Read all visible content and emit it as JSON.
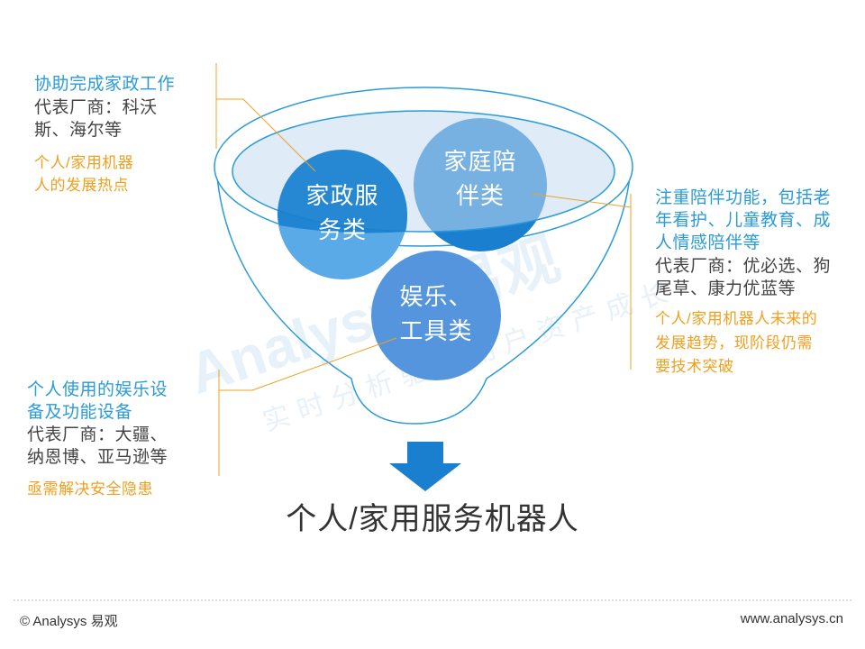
{
  "left_top": {
    "title": "协助完成家政工作",
    "vendors": [
      "代表厂商：科沃",
      "斯、海尔等"
    ],
    "note": [
      "个人/家用机器",
      "人的发展热点"
    ]
  },
  "left_bottom": {
    "title": [
      "个人使用的娱乐设",
      "备及功能设备"
    ],
    "vendors": [
      "代表厂商：大疆、",
      "纳恩博、亚马逊等"
    ],
    "note": "亟需解决安全隐患"
  },
  "right": {
    "title": [
      "注重陪伴功能，包括老",
      "年看护、儿童教育、成",
      "人情感陪伴等"
    ],
    "vendors": [
      "代表厂商：优必选、狗",
      "尾草、康力优蓝等"
    ],
    "note": [
      "个人/家用机器人未来的",
      "发展趋势，现阶段仍需",
      "要技术突破"
    ]
  },
  "circles": {
    "housekeeping": [
      "家政服",
      "务类"
    ],
    "companion": [
      "家庭陪",
      "伴类"
    ],
    "entertainment": [
      "娱乐、",
      "工具类"
    ]
  },
  "bottom_title": "个人/家用服务机器人",
  "watermark": {
    "main": "Analysys 易观",
    "sub": "实时分析驱动用户资产成长"
  },
  "footer": {
    "left": "© Analysys 易观",
    "right": "www.analysys.cn"
  },
  "colors": {
    "blue": "#2a9bd8",
    "orange": "#f0a020",
    "circle_dark": "#1a7fcf",
    "circle_light": "#5aaae8",
    "circle_mid": "#4a90e0"
  }
}
